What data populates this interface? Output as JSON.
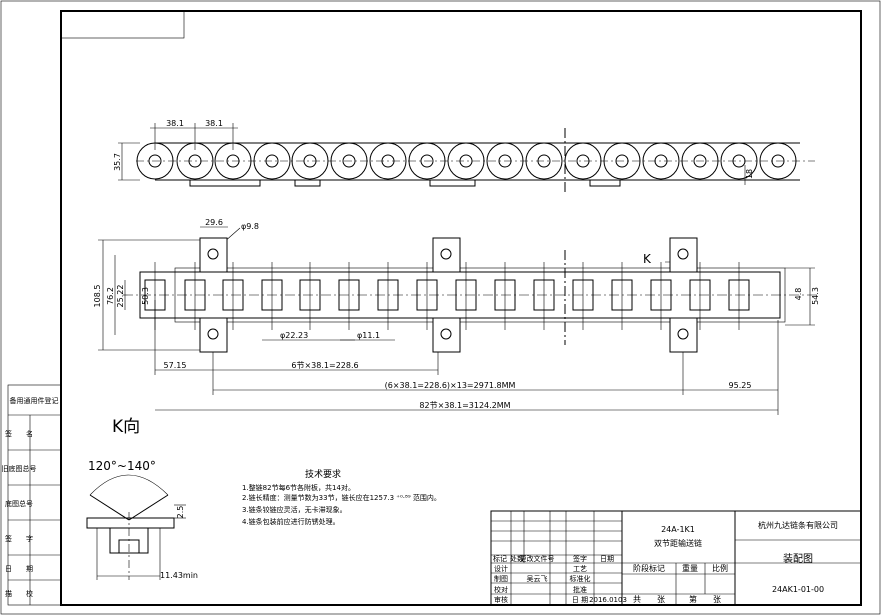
{
  "side_view": {
    "pitch_left": "38.1",
    "pitch_right": "38.1",
    "height": "35.7",
    "right_dim": "18"
  },
  "plan_view": {
    "overall_height": "108.5",
    "center_height": "76.2",
    "roller_span": "50.3",
    "inner_width": "25.22",
    "attachment_offset": "29.6",
    "hole_dia": "φ9.8",
    "roller_dia": "φ22.23",
    "pin_dia": "φ11.1",
    "right_small": "4.8",
    "right_span": "54.3",
    "k_label": "K",
    "dim_start": "57.15",
    "dim_six_pitch": "6节×38.1=228.6",
    "dim_group": "(6×38.1=228.6)×13=2971.8MM",
    "dim_end": "95.25",
    "dim_total": "82节×38.1=3124.2MM"
  },
  "k_view": {
    "title": "K向",
    "angle": "120°~140°",
    "dim_small": "2.5",
    "dim_bottom": "11.43min"
  },
  "tech_requirements": {
    "title": "技术要求",
    "items": [
      "1.整链82节每6节各附板，共14对。",
      "2.链长精度：测量节数为33节，链长应在1257.3 ⁺⁰·⁸⁹ 范围内。",
      "3.链条铰链应灵活，无卡滞现象。",
      "4.链条包装前应进行防锈处理。"
    ]
  },
  "left_strip": {
    "labels": [
      "备用通用件登记",
      "签　　名",
      "旧底图总号",
      "底图总号",
      "签　　字",
      "日　　期",
      "描　　校"
    ]
  },
  "title_block": {
    "part_no": "24A-1K1",
    "part_name": "双节距输送链",
    "company": "杭州九达链条有限公司",
    "drawing_type": "装配图",
    "drawing_no": "24AK1-01-00",
    "rev_headers": [
      "标记",
      "处数",
      "更改文件号",
      "签字",
      "日期"
    ],
    "role_labels": [
      "设计",
      "制图",
      "校对",
      "审核"
    ],
    "role_labels2": [
      "工艺",
      "标准化",
      "批准"
    ],
    "names": [
      "吴云飞",
      "日 期"
    ],
    "date": "2016.0103",
    "stage_label": "阶段标记",
    "weight_label": "重量",
    "scale_label": "比例",
    "sheets_total": "共　　张",
    "sheet_no": "第　　张"
  }
}
